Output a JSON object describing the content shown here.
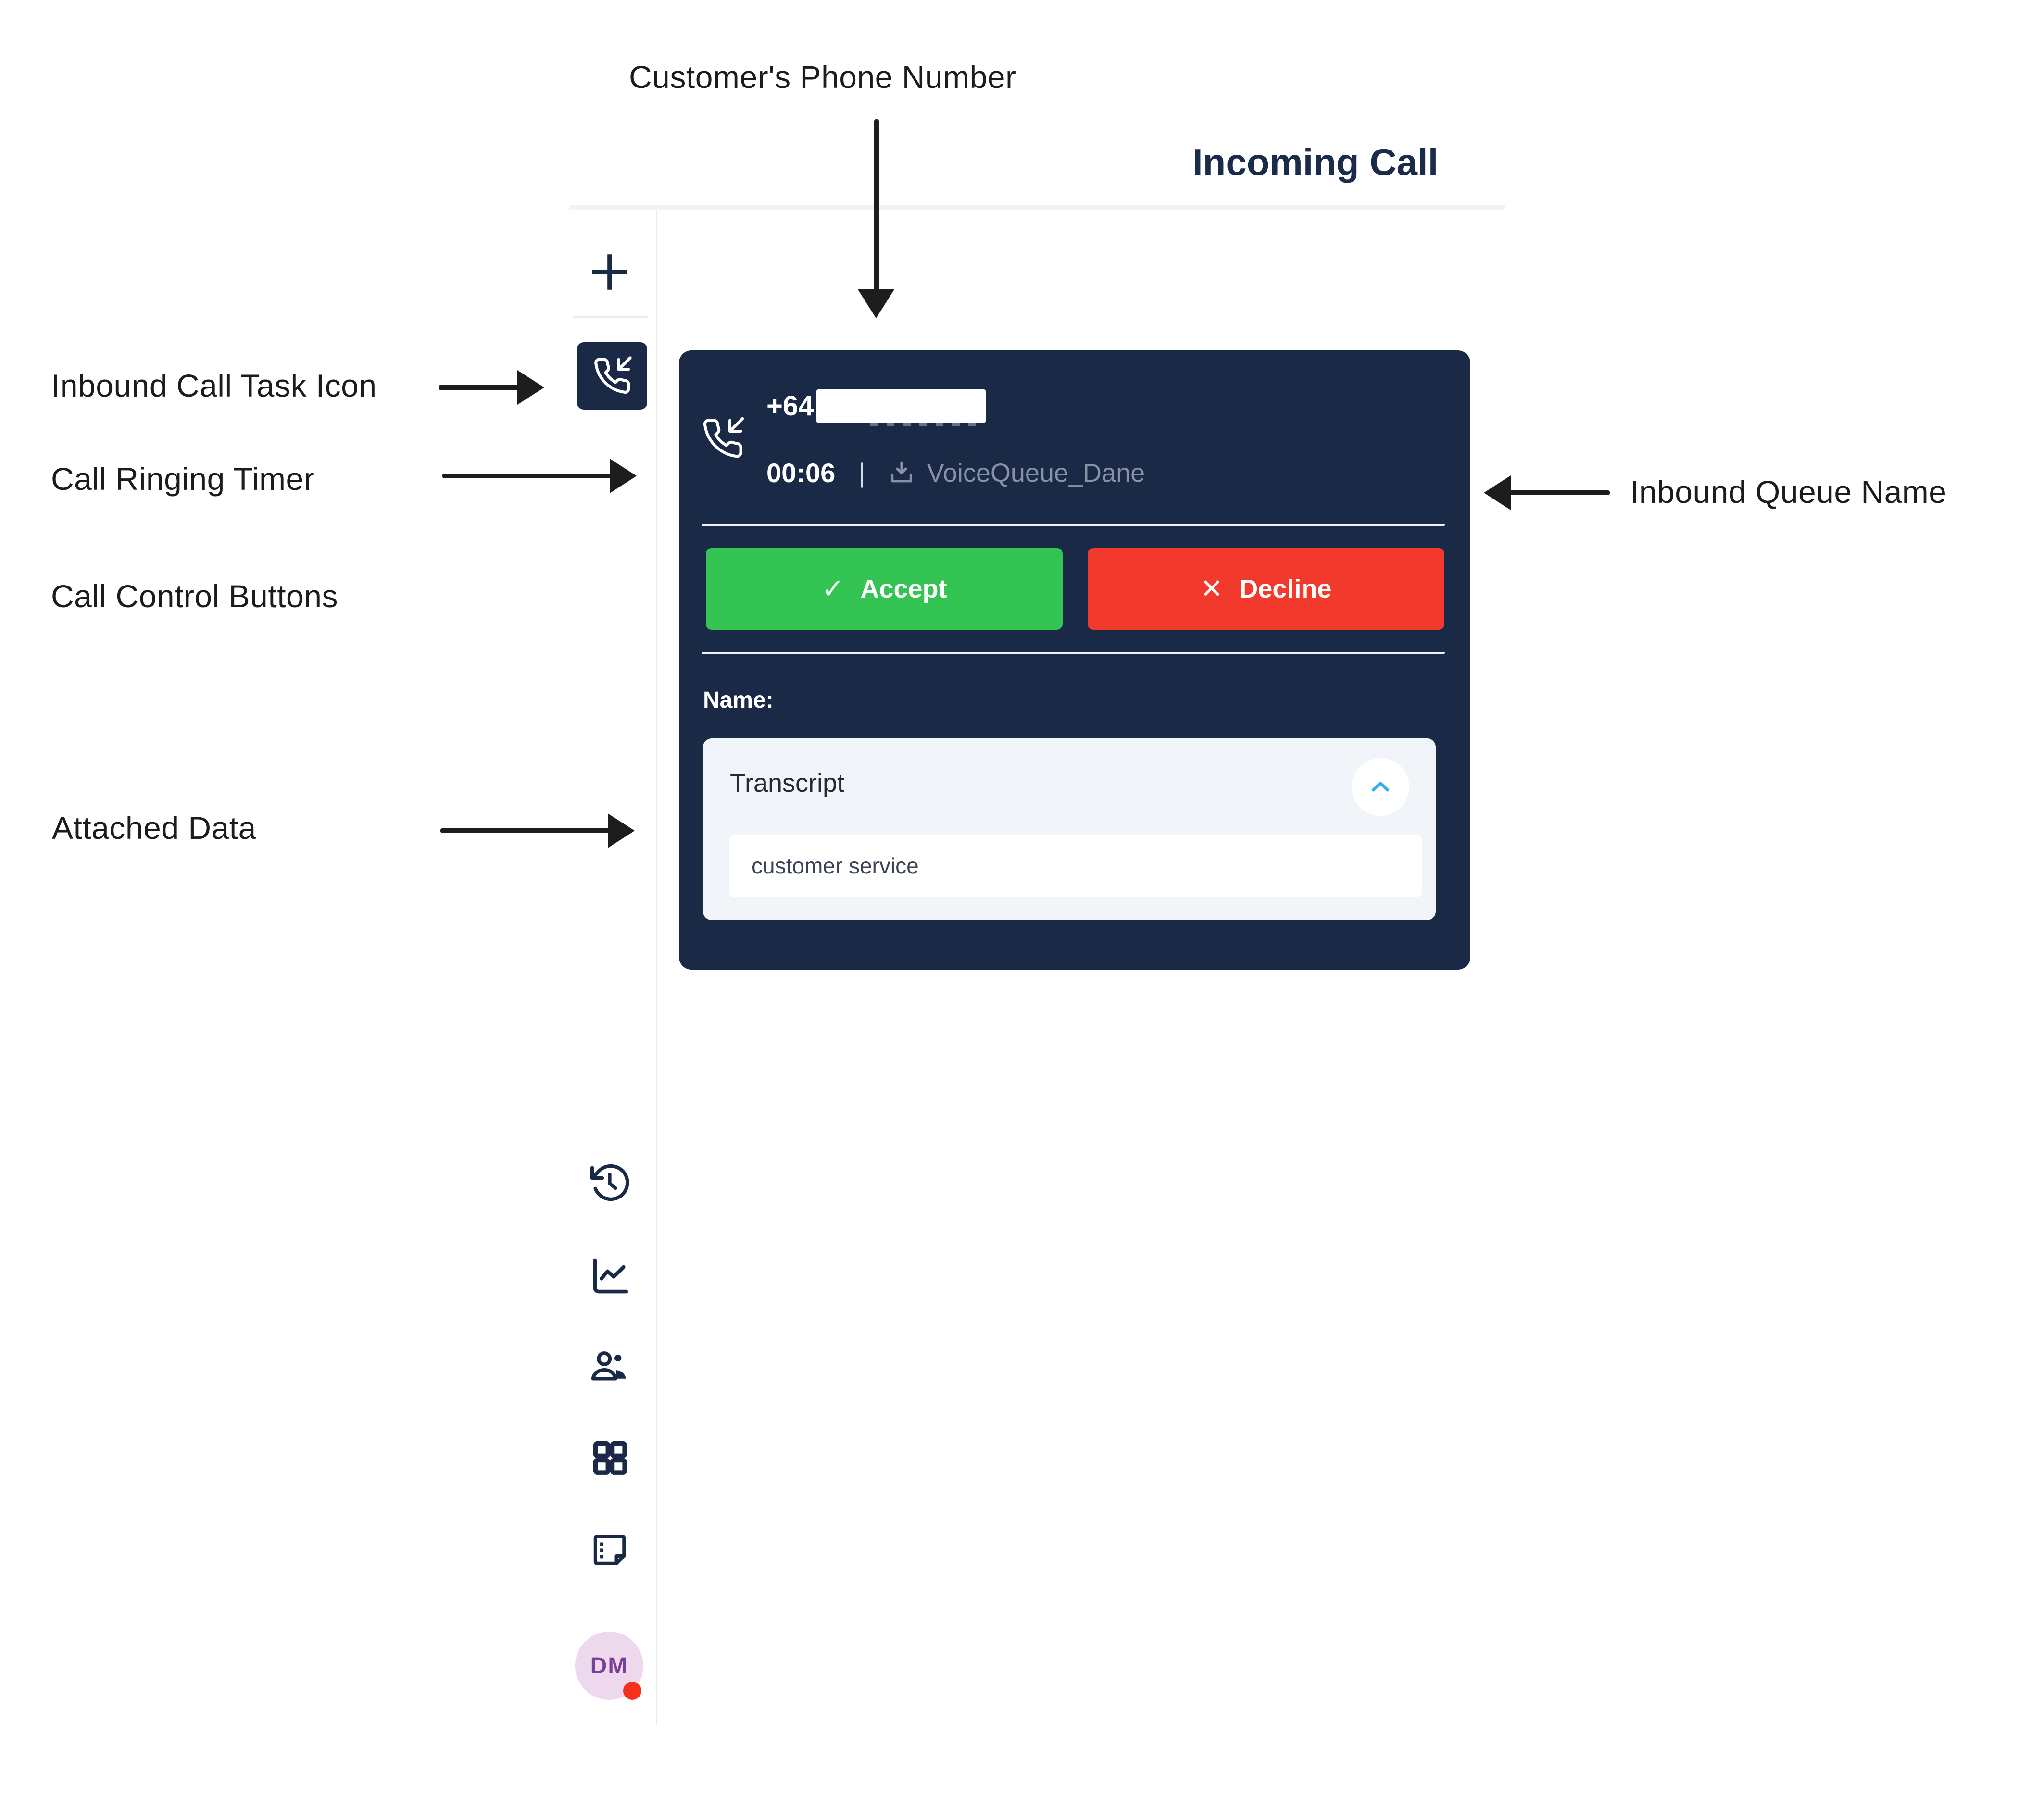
{
  "header": {
    "title": "Incoming Call"
  },
  "annotations": {
    "customer_phone": "Customer's Phone Number",
    "inbound_task_icon": "Inbound Call Task Icon",
    "call_ringing_timer": "Call Ringing Timer",
    "call_control_buttons": "Call Control Buttons",
    "attached_data": "Attached Data",
    "inbound_queue_name": "Inbound Queue Name"
  },
  "sidebar": {
    "icons": [
      "add-task-icon",
      "inbound-call-task-icon",
      "history-icon",
      "stats-chart-icon",
      "agents-icon",
      "grid-view-icon",
      "notes-icon"
    ],
    "avatar_initials": "DM"
  },
  "call_card": {
    "phone_prefix": "+64",
    "timer": "00:06",
    "timer_separator": "|",
    "queue_icon": "download-icon",
    "queue_name": "VoiceQueue_Dane",
    "accept_icon": "✓",
    "accept_label": "Accept",
    "decline_icon": "✕",
    "decline_label": "Decline",
    "name_label": "Name:",
    "attached_data": {
      "title": "Transcript",
      "collapse_icon": "chevron-up-icon",
      "value": "customer service"
    }
  },
  "colors": {
    "card_navy": "#1a2946",
    "accept_green": "#34c453",
    "decline_red": "#f23a2c",
    "chevron_blue": "#38ade8",
    "avatar_pink": "#eed8ee",
    "avatar_text_purple": "#7c3f98",
    "presence_dot_red": "#f5301d",
    "queue_text_gray": "#8891a5"
  }
}
